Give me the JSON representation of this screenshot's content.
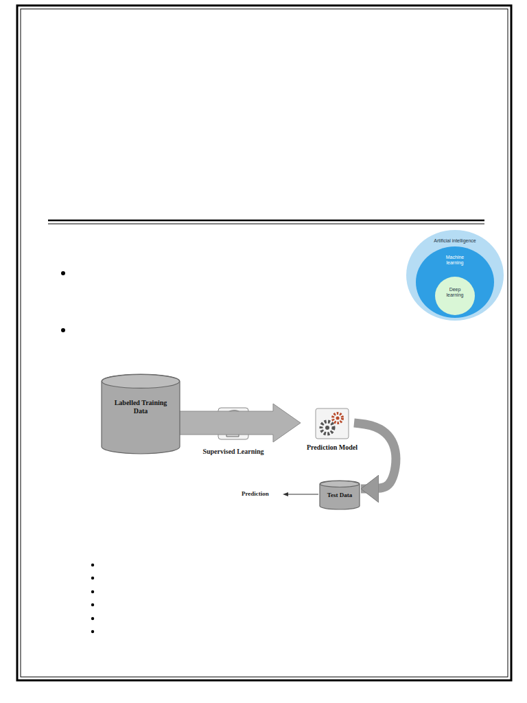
{
  "diagram": {
    "nodes": [
      {
        "text": [
          "Artificial intelligence"
        ]
      },
      {
        "text": [
          "Machine learning"
        ],
        "in": 0
      },
      {
        "text": [
          "Deep learning"
        ],
        "in": 1
      },
      {
        "text": [
          "Labelled Training Data"
        ]
      },
      {
        "text": [
          "Prediction Model"
        ]
      },
      {
        "text": [
          "Test Data"
        ]
      }
    ],
    "edges": [
      {
        "from": 3,
        "to": 4,
        "label": "Supervised Learning",
        "arrow": "to"
      },
      {
        "from": 4,
        "to": 5,
        "arrow": "to"
      }
    ],
    "labels": [
      "Prediction"
    ]
  }
}
